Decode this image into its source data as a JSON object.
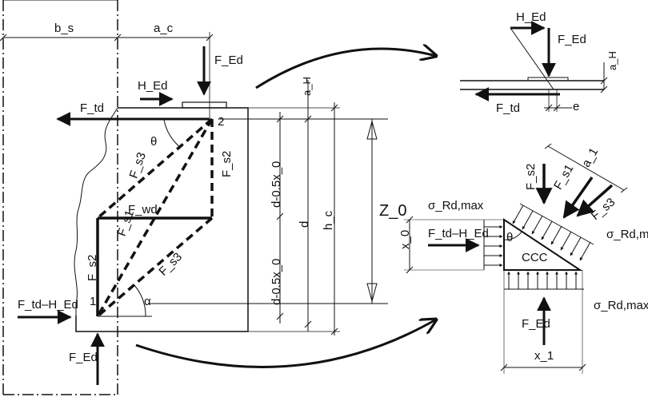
{
  "labels": {
    "bs": "b_s",
    "ac": "a_c",
    "FEd_top": "F_Ed",
    "HEd": "H_Ed",
    "Ftd": "F_td",
    "node2": "2",
    "theta": "θ",
    "Fs3_upper": "F_s3",
    "Fs2_right": "F_s2",
    "Fwd": "F_wd",
    "Fs1": "F_s1",
    "Fs3_lower": "F_s3",
    "Fs2_left": "F_s2",
    "node1": "1",
    "alpha": "α",
    "FtdHEd_left": "F_td–H_Ed",
    "FEd_bottom": "F_Ed",
    "aH_dim": "a_H",
    "d_minus_upper": "d-0.5x_0",
    "d_minus_lower": "d-0.5x_0",
    "d": "d",
    "hc": "h_c",
    "Z0": "Z_0",
    "detail1_HEd": "H_Ed",
    "detail1_FEd": "F_Ed",
    "detail1_aH": "a_H",
    "detail1_Ftd": "F_td",
    "detail1_e": "e",
    "detail2_Fs2": "F_s2",
    "detail2_a1": "a_1",
    "detail2_Fs1": "F_s1",
    "detail2_Fs3": "F_s3",
    "sigma_left": "σ_Rd,max",
    "sigma_right": "σ_Rd,max",
    "sigma_bottom": "σ_Rd,max",
    "detail2_theta": "θ",
    "x0": "x_0",
    "FtdHEd_detail": "F_td–H_Ed",
    "CCC": "CCC",
    "detail2_FEd": "F_Ed",
    "x1": "x_1"
  },
  "colors": {
    "ink": "#111111",
    "paper": "#ffffff"
  }
}
